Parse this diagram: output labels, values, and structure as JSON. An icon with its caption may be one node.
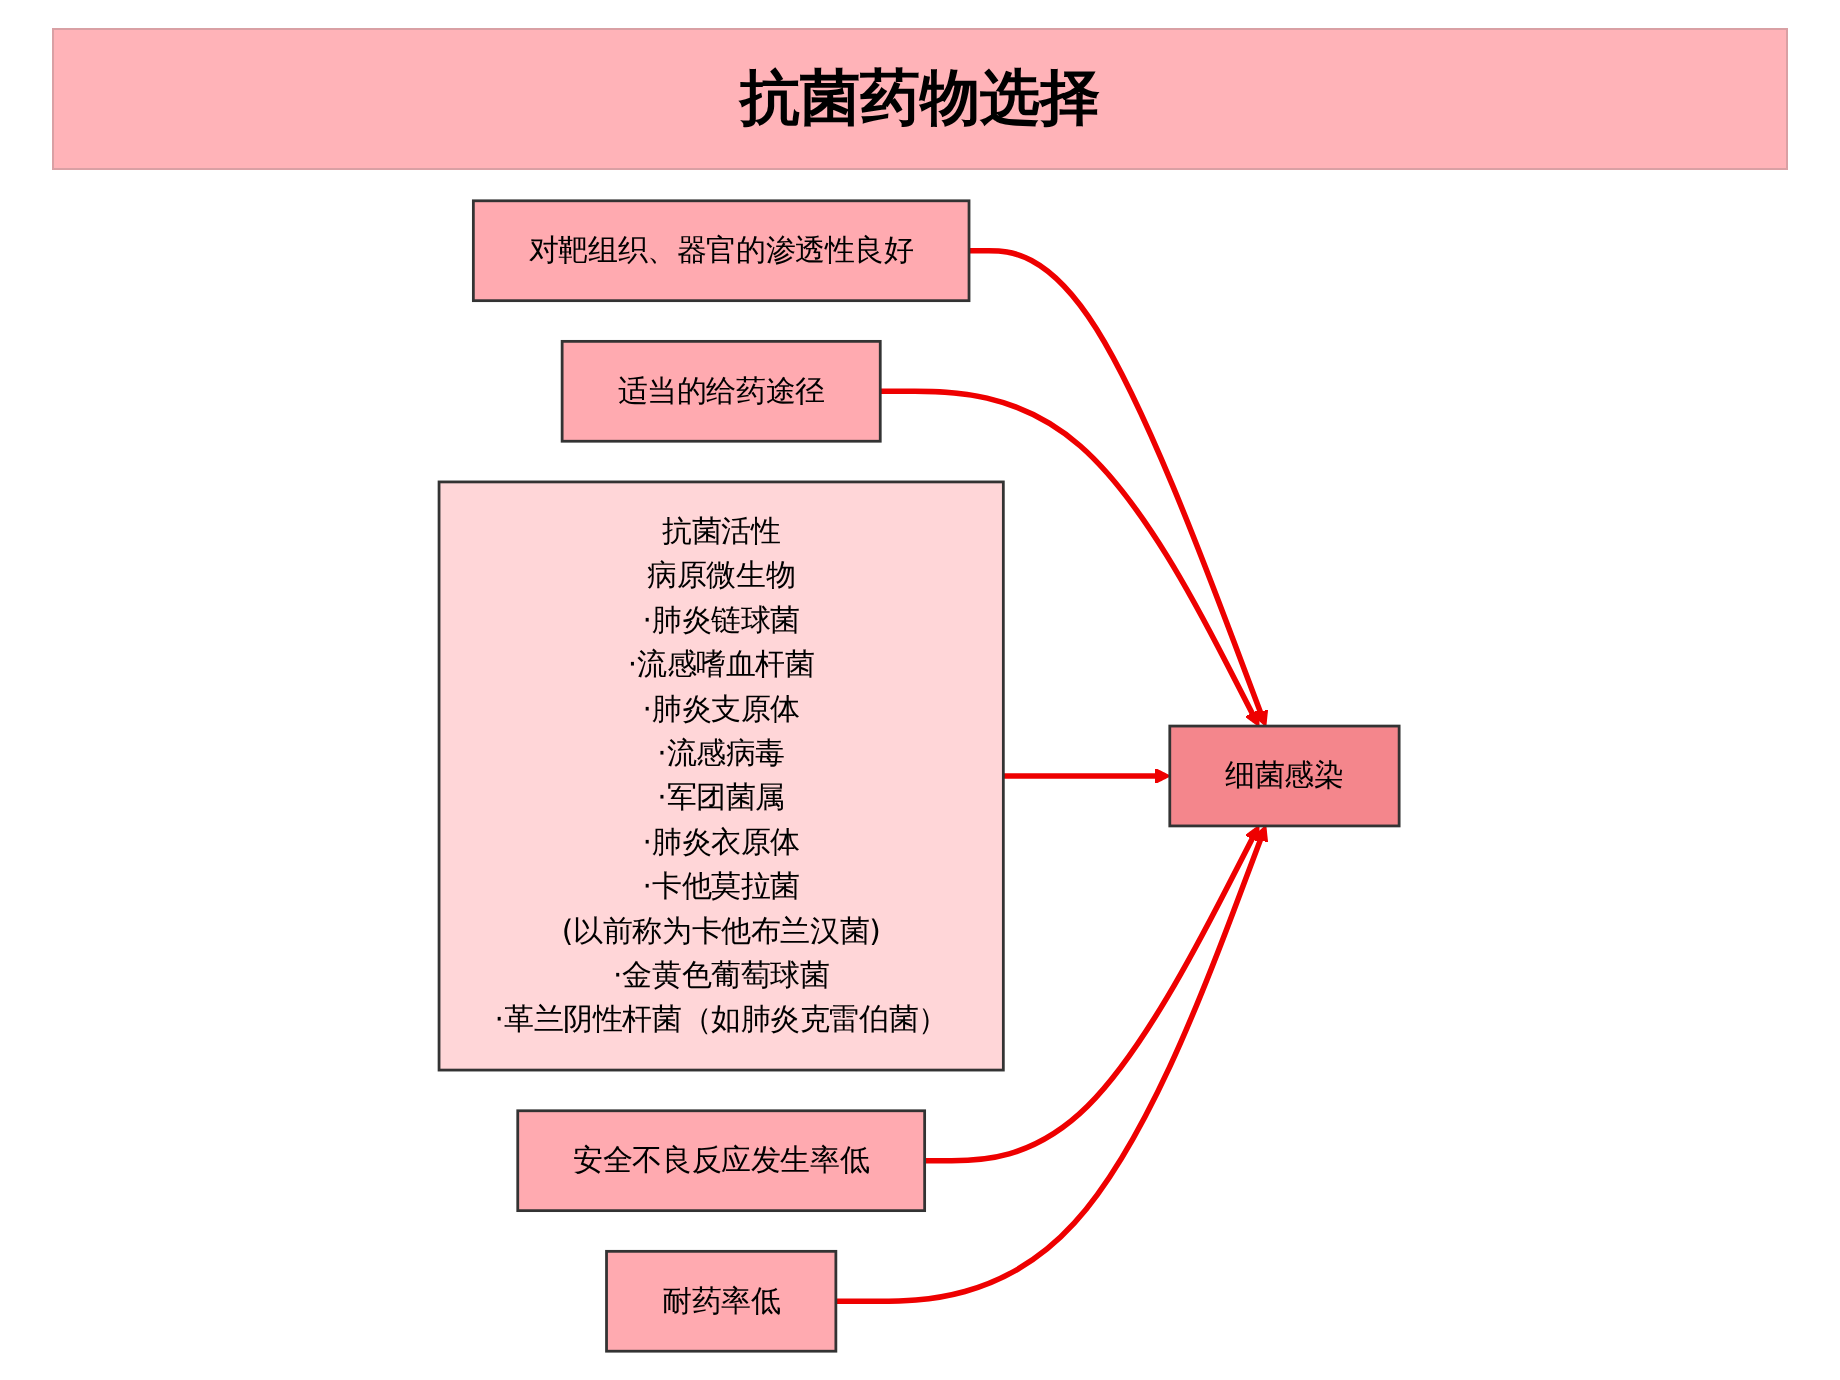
{
  "diagram": {
    "title": "抗菌药物选择",
    "nodes": [
      {
        "text": [
          "对靶组织、器官的渗透性良好"
        ]
      },
      {
        "text": [
          "适当的给药途径"
        ]
      },
      {
        "text": [
          "抗菌活性",
          "病原微生物",
          "·肺炎链球菌",
          "·流感嗜血杆菌",
          "·肺炎支原体",
          "·流感病毒",
          "·军团菌属",
          "·肺炎衣原体",
          "·卡他莫拉菌",
          "(以前称为卡他布兰汉菌)",
          "·金黄色葡萄球菌",
          "·革兰阴性杆菌（如肺炎克雷伯菌）"
        ]
      },
      {
        "text": [
          "细菌感染"
        ]
      },
      {
        "text": [
          "安全不良反应发生率低"
        ]
      },
      {
        "text": [
          "耐药率低"
        ]
      }
    ],
    "edges": [
      {
        "from": 0,
        "to": 3,
        "arrow": "to"
      },
      {
        "from": 1,
        "to": 3,
        "arrow": "to"
      },
      {
        "from": 2,
        "to": 3,
        "arrow": "to"
      },
      {
        "from": 4,
        "to": 3,
        "arrow": "to"
      },
      {
        "from": 5,
        "to": 3,
        "arrow": "to"
      }
    ]
  }
}
